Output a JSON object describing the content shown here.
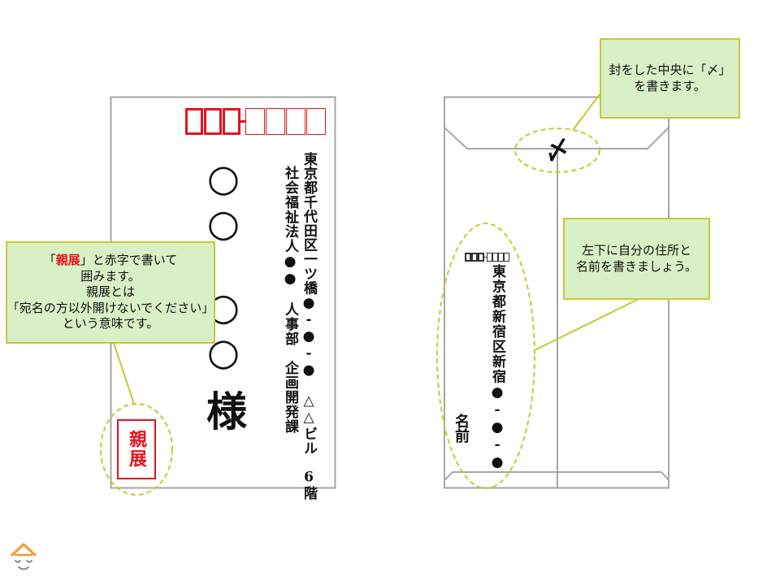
{
  "front_envelope": {
    "recipient_address": "東京都千代田区一ツ橋●-●-●　△△ビル　6階",
    "recipient_organization": "社会福祉法人●●　人事部　企画開発課",
    "recipient_name": "○○　○○",
    "honorific": "様",
    "confidential_stamp": "親展"
  },
  "back_envelope": {
    "seal_mark": "〆",
    "sender_address": "東京都新宿区新宿●-●-●",
    "sender_name": "名前"
  },
  "callouts": {
    "confidential": {
      "line1_open": "「",
      "line1_emphasis": "親展",
      "line1_rest": "」と赤字で書いて",
      "line2": "囲みます。",
      "line3": "親展とは",
      "line4": "「宛名の方以外開けないでください」",
      "line5": "という意味です。"
    },
    "seal": {
      "line1": "封をした中央に「〆」",
      "line2": "を書きます。"
    },
    "sender": {
      "line1": "左下に自分の住所と",
      "line2": "名前を書きましょう。"
    }
  },
  "icons": {
    "logo": "smiling-face-logo-icon"
  },
  "colors": {
    "stamp_red": "#e3141c",
    "callout_fill": "#d9efc6",
    "callout_border": "#c6c930",
    "envelope_border": "#a6a6a6",
    "logo_orange": "#f29a2e"
  }
}
